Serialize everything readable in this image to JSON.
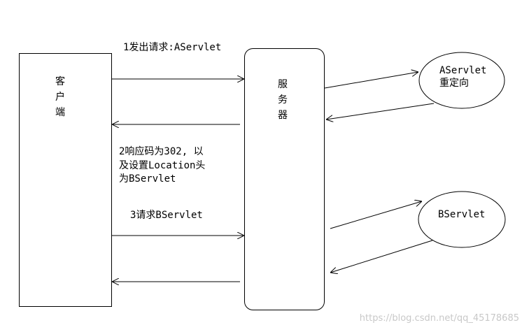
{
  "client": {
    "label_chars": [
      "客",
      "户",
      "端"
    ]
  },
  "server": {
    "label_chars": [
      "服",
      "务",
      "器"
    ]
  },
  "nodes": {
    "aservlet_line1": "AServlet",
    "aservlet_line2": "重定向",
    "bservlet": "BServlet"
  },
  "messages": {
    "step1": "1发出请求:AServlet",
    "step2_line1": "2响应码为302, 以",
    "step2_line2": "及设置Location头",
    "step2_line3": "为BServlet",
    "step3": "3请求BServlet"
  },
  "watermark": "https://blog.csdn.net/qq_45178685"
}
